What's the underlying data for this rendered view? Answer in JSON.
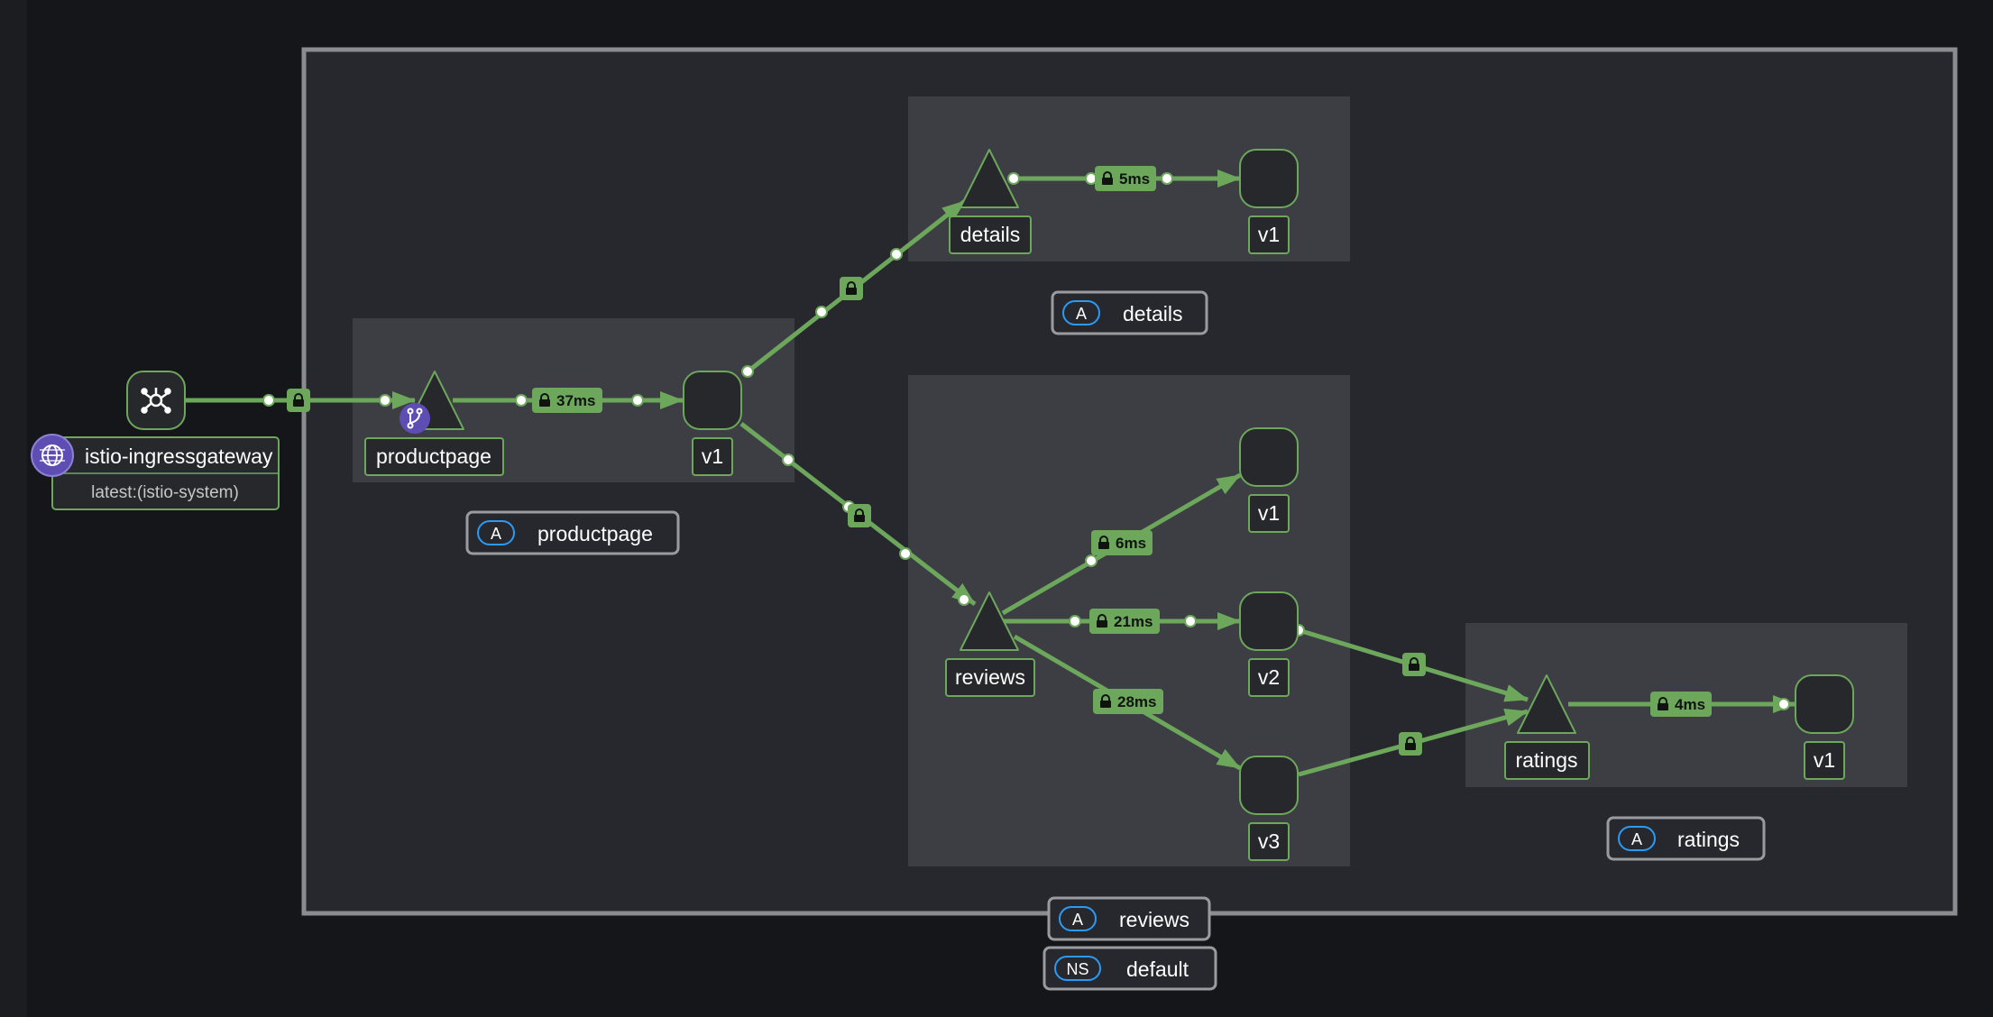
{
  "colors": {
    "background": "#151619",
    "left_strip": "#1c1d21",
    "namespace_box": "#27282d",
    "app_box": "#3d3e43",
    "node_fill": "#27282c",
    "edge_green": "#6ca75c",
    "node_border": "#6ca75c",
    "badge_blue": "#2b9af3",
    "gateway_purple": "#5e4db2"
  },
  "nodes": {
    "ingress": {
      "name": "istio-ingressgateway",
      "subtitle": "latest:(istio-system)",
      "icon": "cluster-icon",
      "badge_icon": "globe-icon"
    },
    "productpage_service": {
      "label": "productpage",
      "badge_icon": "branch-icon"
    },
    "productpage_v1": {
      "label": "v1"
    },
    "details_service": {
      "label": "details"
    },
    "details_v1": {
      "label": "v1"
    },
    "reviews_service": {
      "label": "reviews"
    },
    "reviews_v1": {
      "label": "v1"
    },
    "reviews_v2": {
      "label": "v2"
    },
    "reviews_v3": {
      "label": "v3"
    },
    "ratings_service": {
      "label": "ratings"
    },
    "ratings_v1": {
      "label": "v1"
    }
  },
  "edges": {
    "productpage_to_v1": {
      "label": "37ms"
    },
    "details_to_v1": {
      "label": "5ms"
    },
    "reviews_to_v1": {
      "label": "6ms"
    },
    "reviews_to_v2": {
      "label": "21ms"
    },
    "reviews_to_v3": {
      "label": "28ms"
    },
    "ratings_to_v1": {
      "label": "4ms"
    },
    "lock_icon": "lock-icon"
  },
  "groups": {
    "productpage": {
      "badge": "A",
      "name": "productpage"
    },
    "details": {
      "badge": "A",
      "name": "details"
    },
    "reviews": {
      "badge": "A",
      "name": "reviews"
    },
    "ratings": {
      "badge": "A",
      "name": "ratings"
    },
    "namespace": {
      "badge": "NS",
      "name": "default"
    }
  }
}
